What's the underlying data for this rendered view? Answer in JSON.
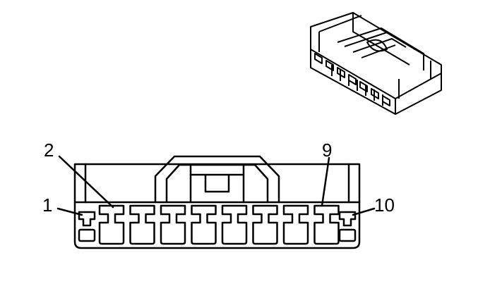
{
  "diagram": {
    "pin_labels": [
      "1",
      "2",
      "9",
      "10"
    ]
  }
}
